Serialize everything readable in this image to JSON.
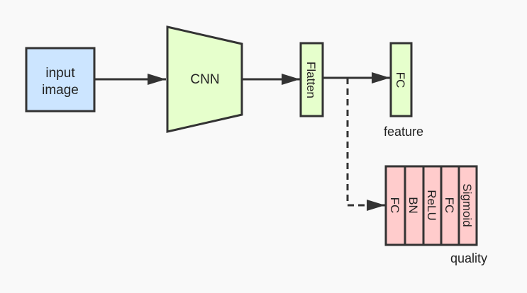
{
  "nodes": {
    "input_image": {
      "line1": "input",
      "line2": "image"
    },
    "cnn": "CNN",
    "flatten": "Flatten",
    "fc_feature": "FC",
    "feature_caption": "feature",
    "quality_head": [
      "FC",
      "BN",
      "ReLU",
      "FC",
      "Sigmoid"
    ],
    "quality_caption": "quality"
  },
  "colors": {
    "input_fill": "#cce5ff",
    "green_fill": "#e6ffcc",
    "pink_fill": "#ffcccc",
    "stroke": "#333333"
  }
}
